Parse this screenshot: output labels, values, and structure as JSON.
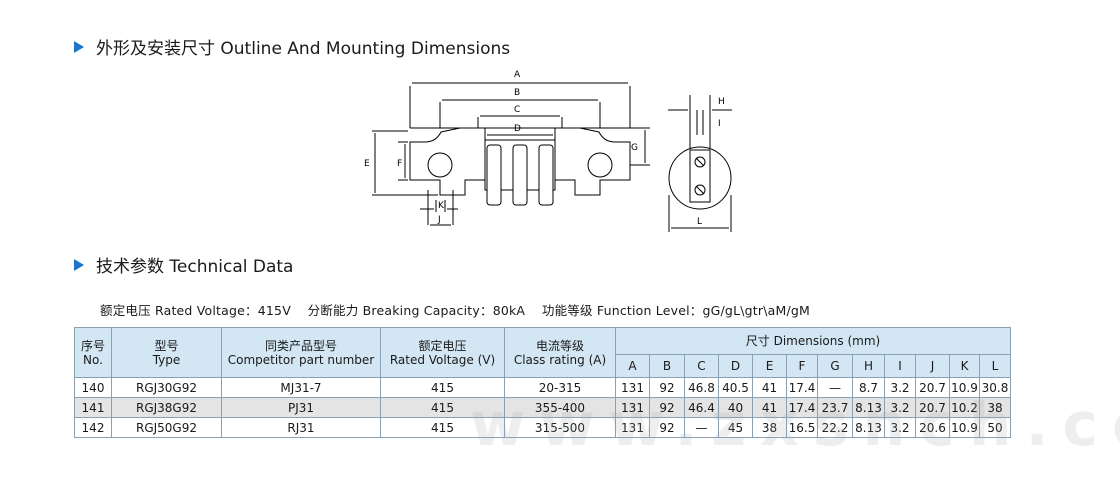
{
  "sections": {
    "outline_title": "外形及安装尺寸 Outline And Mounting Dimensions",
    "technical_title": "技术参数 Technical  Data"
  },
  "drawing_labels": {
    "A": "A",
    "B": "B",
    "C": "C",
    "D": "D",
    "E": "E",
    "F": "F",
    "G": "G",
    "H": "H",
    "I": "I",
    "J": "J",
    "K": "K",
    "L": "L"
  },
  "ratings": {
    "rated_voltage": "额定电压 Rated Voltage：415V",
    "breaking_capacity": "分断能力 Breaking Capacity：80kA",
    "function_level": "功能等级 Function Level：gG/gL\\gtr\\aM/gM"
  },
  "table": {
    "headers": {
      "no_cn": "序号",
      "no_en": "No.",
      "type_cn": "型号",
      "type_en": "Type",
      "competitor_cn": "同类产品型号",
      "competitor_en": "Competitor part number",
      "voltage_cn": "额定电压",
      "voltage_en": "Rated Voltage (V)",
      "class_cn": "电流等级",
      "class_en": "Class rating (A)",
      "dimensions": "尺寸 Dimensions (mm)",
      "dims": [
        "A",
        "B",
        "C",
        "D",
        "E",
        "F",
        "G",
        "H",
        "I",
        "J",
        "K",
        "L"
      ]
    },
    "rows": [
      {
        "no": "140",
        "type": "RGJ30G92",
        "competitor": "MJ31-7",
        "voltage": "415",
        "class": "20-315",
        "dims": [
          "131",
          "92",
          "46.8",
          "40.5",
          "41",
          "17.4",
          "—",
          "8.7",
          "3.2",
          "20.7",
          "10.9",
          "30.8"
        ]
      },
      {
        "no": "141",
        "type": "RGJ38G92",
        "competitor": "PJ31",
        "voltage": "415",
        "class": "355-400",
        "dims": [
          "131",
          "92",
          "46.4",
          "40",
          "41",
          "17.4",
          "23.7",
          "8.13",
          "3.2",
          "20.7",
          "10.2",
          "38"
        ]
      },
      {
        "no": "142",
        "type": "RGJ50G92",
        "competitor": "RJ31",
        "voltage": "415",
        "class": "315-500",
        "dims": [
          "131",
          "92",
          "—",
          "45",
          "38",
          "16.5",
          "22.2",
          "8.13",
          "3.2",
          "20.6",
          "10.9",
          "50"
        ]
      }
    ]
  },
  "watermark": "www.zxsnch.com"
}
